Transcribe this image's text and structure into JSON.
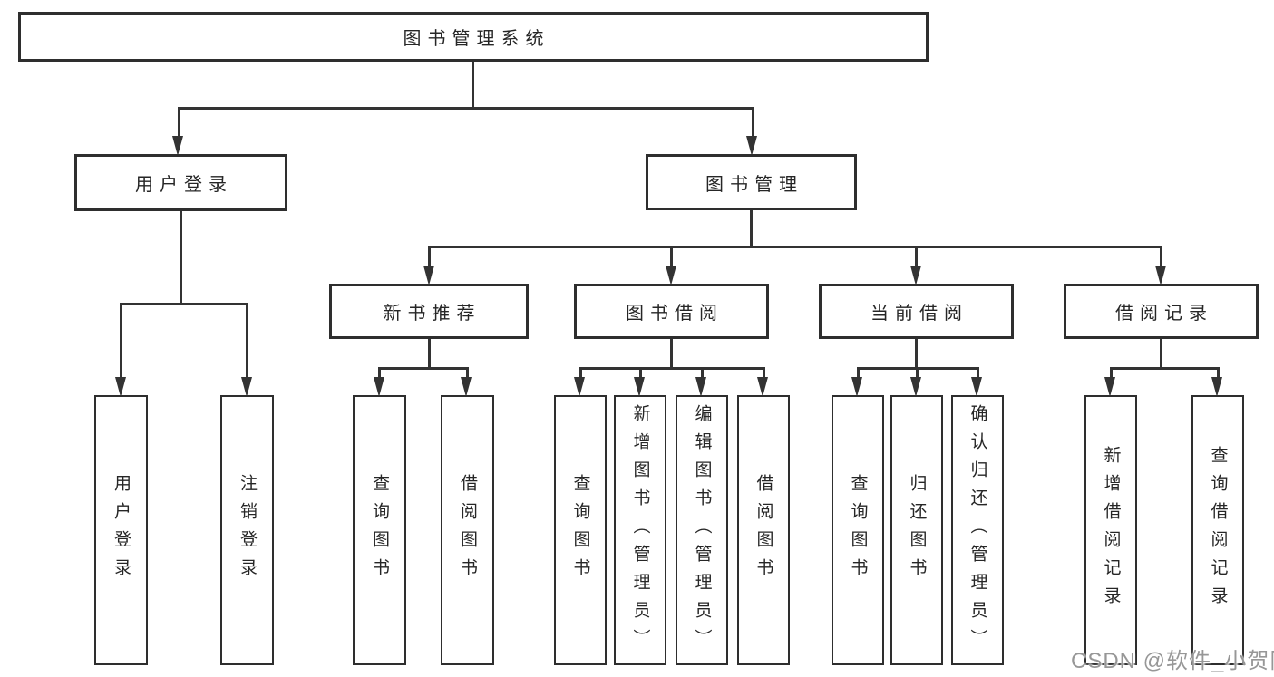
{
  "diagram": {
    "root": "图书管理系统",
    "branches": [
      {
        "label": "用户登录",
        "children": [
          "用户登录",
          "注销登录"
        ]
      },
      {
        "label": "图书管理",
        "children": []
      }
    ],
    "modules": [
      {
        "label": "新书推荐",
        "children": [
          "查询图书",
          "借阅图书"
        ]
      },
      {
        "label": "图书借阅",
        "children": [
          "查询图书",
          "新增图书（管理员）",
          "编辑图书（管理员）",
          "借阅图书"
        ]
      },
      {
        "label": "当前借阅",
        "children": [
          "查询图书",
          "归还图书",
          "确认归还（管理员）"
        ]
      },
      {
        "label": "借阅记录",
        "children": [
          "新增借阅记录",
          "查询借阅记录"
        ]
      }
    ]
  },
  "watermark": "CSDN @软件_小贺同学",
  "colors": {
    "line": "#333333",
    "box_border": "#2e2e2e",
    "text": "#262626",
    "watermark": "#979797",
    "background": "#ffffff"
  }
}
